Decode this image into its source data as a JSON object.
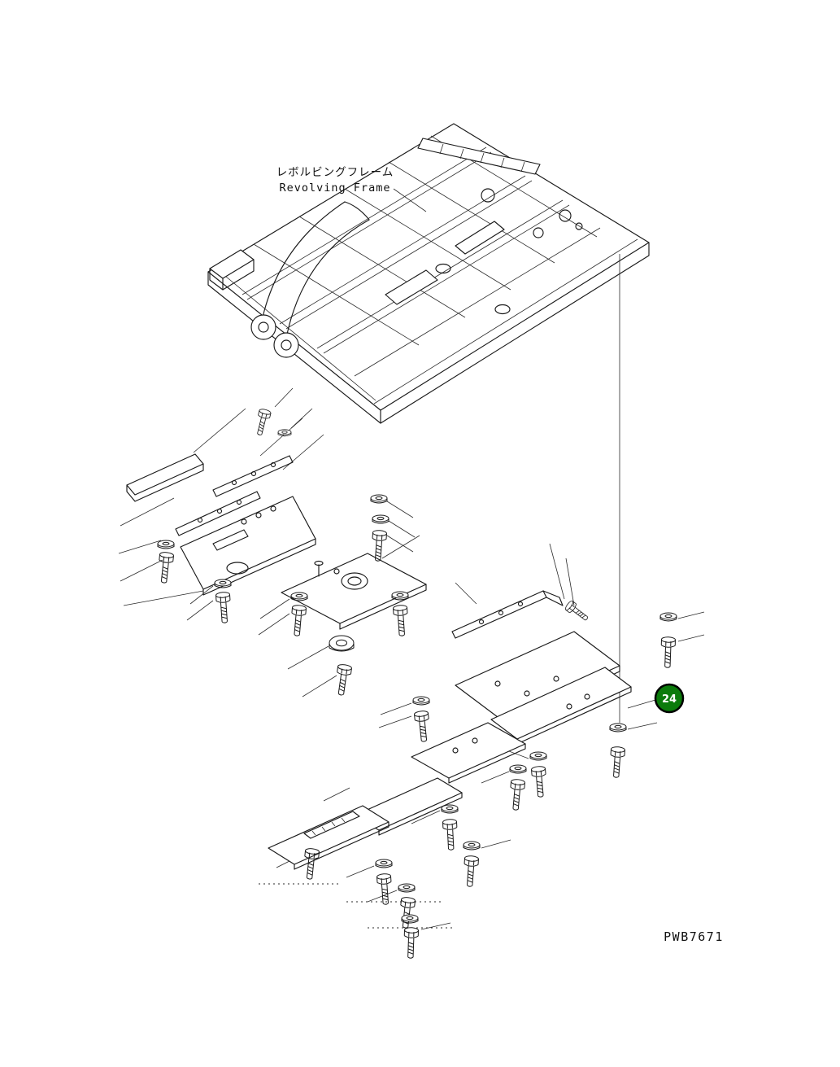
{
  "diagram": {
    "labels": {
      "frame_jp": "レボルビングフレーム",
      "frame_en": "Revolving Frame",
      "drawing_number": "PWB7671"
    },
    "callout": {
      "number": "24",
      "fill": "#0b7b0b",
      "text_color": "#ffffff"
    },
    "colors": {
      "line": "#1a1a1a",
      "background": "#ffffff"
    },
    "parts_depicted": {
      "main_assembly": "revolving-frame",
      "exploded_parts": [
        "under-cover-plate",
        "mounting-rail",
        "bolt",
        "washer",
        "cover-cap",
        "plug"
      ]
    }
  }
}
